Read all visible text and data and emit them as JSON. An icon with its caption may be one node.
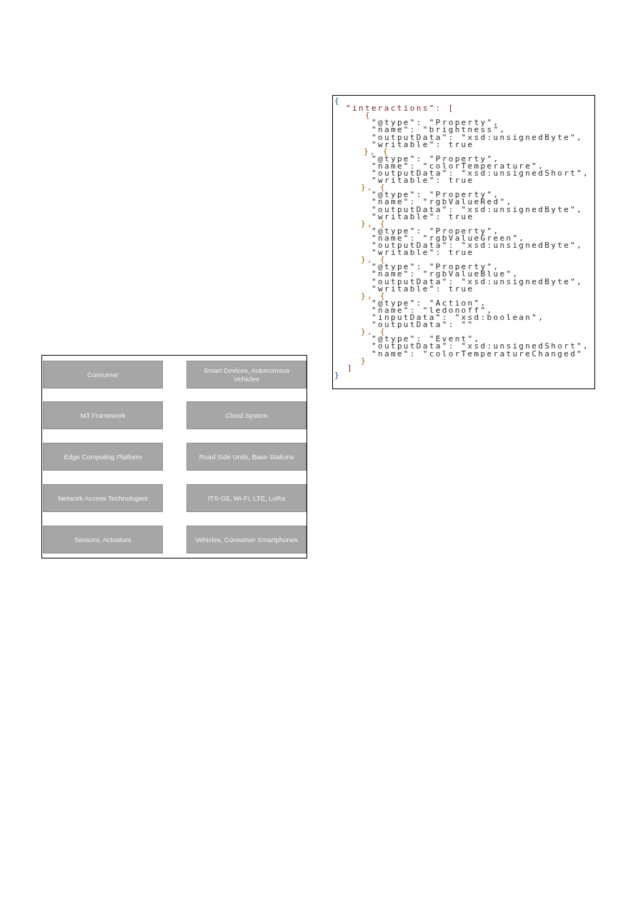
{
  "diagram": {
    "nodes": [
      {
        "text": [],
        "shape": "box"
      },
      {
        "text": [
          "Consumer"
        ],
        "in": 0
      },
      {
        "text": [
          "Smart Devices, Autonomous Vehicles"
        ],
        "in": 0
      },
      {
        "text": [
          "M3 Framework"
        ],
        "in": 0
      },
      {
        "text": [
          "Cloud System"
        ],
        "in": 0
      },
      {
        "text": [
          "Edge Computing Platform"
        ],
        "in": 0
      },
      {
        "text": [
          "Road Side Units, Base Stations"
        ],
        "in": 0
      },
      {
        "text": [
          "Network Access Technologies"
        ],
        "in": 0
      },
      {
        "text": [
          "ITS-G5, Wi-Fi, LTE, LoRa"
        ],
        "in": 0
      },
      {
        "text": [
          "Sensors, Actuators"
        ],
        "in": 0
      },
      {
        "text": [
          "Vehicles, Consumer Smartphones"
        ],
        "in": 0
      },
      {
        "text": [
          "{",
          "\"interactions\": [",
          "{",
          "\"@type\": \"Property\",",
          "\"name\": \"brightness\",",
          "\"outputData\": \"xsd:unsignedByte\",",
          "\"writable\": true",
          "}, {",
          "\"@type\": \"Property\",",
          "\"name\": \"colorTemperature\",",
          "\"outputData\": \"xsd:unsignedShort\",",
          "\"writable\": true",
          "}, {",
          "\"@type\": \"Property\",",
          "\"name\": \"rgbValueRed\",",
          "\"outputData\": \"xsd:unsignedByte\",",
          "\"writable\": true",
          "}, {",
          "\"@type\": \"Property\",",
          "\"name\": \"rgbValueGreen\",",
          "\"outputData\": \"xsd:unsignedByte\",",
          "\"writable\": true",
          "}, {",
          "\"@type\": \"Property\",",
          "\"name\": \"rgbValueBlue\",",
          "\"outputData\": \"xsd:unsignedByte\",",
          "\"writable\": true",
          "}, {",
          "\"@type\": \"Action\",",
          "\"name\": \"ledonoff\",",
          "\"inputData\": \"xsd:boolean\",",
          "\"outputData\": \"\"",
          "}, {",
          "\"@type\": \"Event\",",
          "\"outputData\": \"xsd:unsignedShort\",",
          "\"name\": \"colorTemperatureChanged\"",
          "}",
          "]",
          "}"
        ]
      }
    ]
  }
}
